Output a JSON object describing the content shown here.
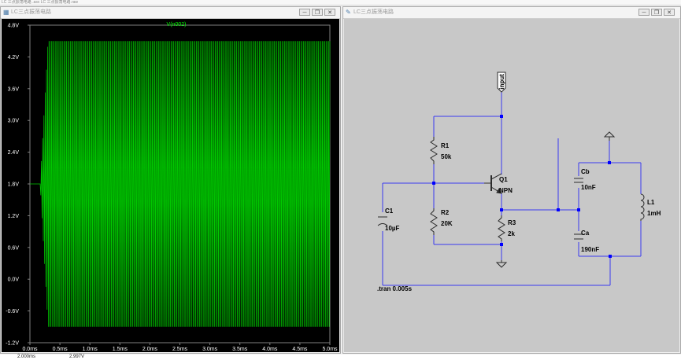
{
  "app": {
    "top_strip_text": "LC 三点振荡电路 .asc   LC 三点振荡电路.raw"
  },
  "left_window": {
    "title": "LC三点振荡电路",
    "buttons": {
      "minimize": "─",
      "restore": "❐",
      "close": "✕"
    },
    "colors": {
      "background": "#000000",
      "trace": "#00c800",
      "axis_text": "#ffffff",
      "trace_label": "#00ff00"
    }
  },
  "right_window": {
    "title": "LC三点振荡电路",
    "buttons": {
      "minimize": "─",
      "restore": "❐",
      "close": "✕"
    },
    "colors": {
      "background": "#c8c8c8",
      "wire": "#3a3af0",
      "component": "#2b2b2b",
      "junction": "#0000ff"
    }
  },
  "chart_data": {
    "type": "line",
    "series": [
      {
        "name": "V(n002)",
        "color": "#00c800",
        "description_envelope": {
          "start_level": 1.8,
          "onset_time_ms": 0.17,
          "max": 4.5,
          "min": -0.9
        }
      }
    ],
    "trace_label": "V(n002)",
    "ylim": [
      -1.2,
      4.8
    ],
    "yticks": [
      "4.8V",
      "4.2V",
      "3.6V",
      "3.0V",
      "2.4V",
      "1.8V",
      "1.2V",
      "0.6V",
      "0.0V",
      "-0.6V",
      "-1.2V"
    ],
    "xlim": [
      0,
      5.0
    ],
    "xticks": [
      "0.0ms",
      "0.5ms",
      "1.0ms",
      "1.5ms",
      "2.0ms",
      "2.5ms",
      "3.0ms",
      "3.5ms",
      "4.0ms",
      "4.5ms",
      "5.0ms"
    ],
    "grid": false
  },
  "schematic": {
    "input_label": "input",
    "R1": {
      "name": "R1",
      "value": "50k"
    },
    "R2": {
      "name": "R2",
      "value": "20K"
    },
    "R3": {
      "name": "R3",
      "value": "2k"
    },
    "Q1": {
      "name": "Q1",
      "value": "NPN"
    },
    "C1": {
      "name": "C1",
      "value": "10µF"
    },
    "Cb": {
      "name": "Cb",
      "value": "10nF"
    },
    "Ca": {
      "name": "Ca",
      "value": "190nF"
    },
    "L1": {
      "name": "L1",
      "value": "1mH"
    },
    "directive": ".tran 0.005s"
  },
  "status": {
    "left": "2.000ms",
    "right": "2.997V"
  }
}
